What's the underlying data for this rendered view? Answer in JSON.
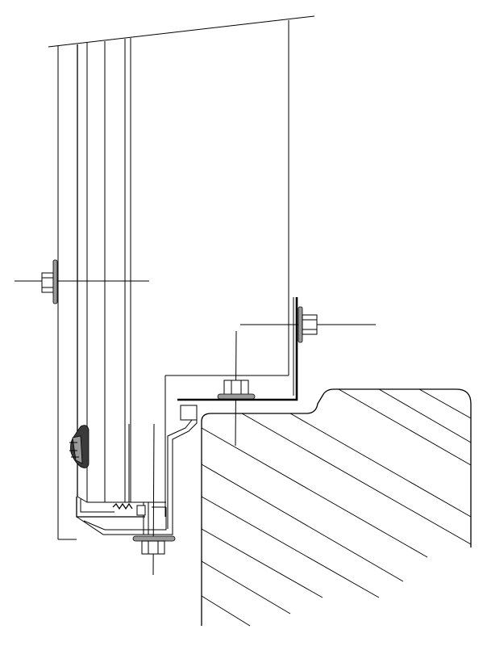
{
  "drawing": {
    "kind": "technical-section-detail",
    "colors": {
      "line": "#000000",
      "background": "#ffffff",
      "washer": "#9a9a9a",
      "gasket": "#3a3a3a"
    },
    "icons": [
      "bolt-left-wall",
      "bolt-vertical-bracket",
      "bolt-horizontal-bracket",
      "bolt-bottom-clip",
      "rubber-gasket",
      "concrete-hatching"
    ]
  }
}
